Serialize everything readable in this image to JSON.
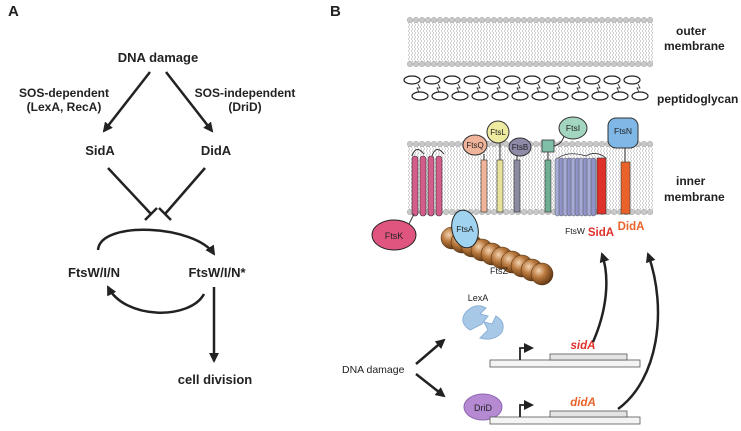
{
  "panel_a": {
    "letter": "A",
    "dna_damage": "DNA damage",
    "sos_dep_line1": "SOS-dependent",
    "sos_dep_line2": "(LexA, RecA)",
    "sos_indep_line1": "SOS-independent",
    "sos_indep_line2": "(DriD)",
    "sida": "SidA",
    "dida": "DidA",
    "fts_inactive": "FtsW/I/N",
    "fts_active": "FtsW/I/N*",
    "cell_division": "cell division"
  },
  "panel_b": {
    "letter": "B",
    "outer_membrane_line1": "outer",
    "outer_membrane_line2": "membrane",
    "peptidoglycan": "peptidoglycan",
    "inner_membrane_line1": "inner",
    "inner_membrane_line2": "membrane",
    "proteins": {
      "ftsq": "FtsQ",
      "ftsl": "FtsL",
      "ftsb": "FtsB",
      "ftsi": "FtsI",
      "ftsn": "FtsN",
      "ftsk": "FtsK",
      "ftsa": "FtsA",
      "ftsw": "FtsW",
      "sida": "SidA",
      "dida": "DidA",
      "ftsz": "FtsZ"
    },
    "lexa": "LexA",
    "drid": "DriD",
    "dna_damage": "DNA damage",
    "sida_gene": "sidA",
    "dida_gene": "didA"
  },
  "colors": {
    "sida": "#e0302a",
    "dida": "#e8622a",
    "ftsz": "#b5763a",
    "ftsk": "#e0557f",
    "ftsw": "#9a9ecf",
    "ftsn": "#7fb7e6",
    "drid": "#b58ad3",
    "lexa": "#a8c8e8"
  }
}
